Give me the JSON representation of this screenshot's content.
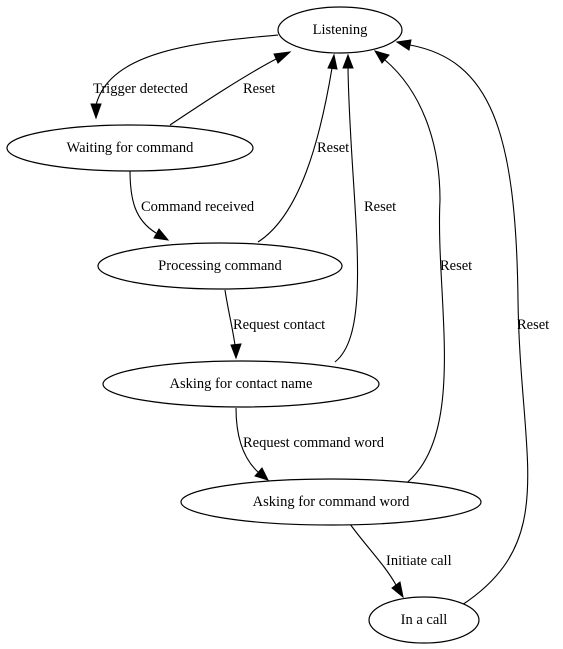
{
  "diagram": {
    "type": "state-machine",
    "nodes": {
      "listening": "Listening",
      "waiting": "Waiting for command",
      "processing": "Processing command",
      "asking_contact": "Asking for contact name",
      "asking_command": "Asking for command word",
      "in_call": "In a call"
    },
    "edges": [
      {
        "from": "Listening",
        "to": "Waiting for command",
        "label": "Trigger detected"
      },
      {
        "from": "Waiting for command",
        "to": "Listening",
        "label": "Reset"
      },
      {
        "from": "Waiting for command",
        "to": "Processing command",
        "label": "Command received"
      },
      {
        "from": "Processing command",
        "to": "Listening",
        "label": "Reset"
      },
      {
        "from": "Processing command",
        "to": "Asking for contact name",
        "label": "Request contact"
      },
      {
        "from": "Asking for contact name",
        "to": "Listening",
        "label": "Reset"
      },
      {
        "from": "Asking for contact name",
        "to": "Asking for command word",
        "label": "Request command word"
      },
      {
        "from": "Asking for command word",
        "to": "Listening",
        "label": "Reset"
      },
      {
        "from": "Asking for command word",
        "to": "In a call",
        "label": "Initiate call"
      },
      {
        "from": "In a call",
        "to": "Listening",
        "label": "Reset"
      }
    ]
  }
}
